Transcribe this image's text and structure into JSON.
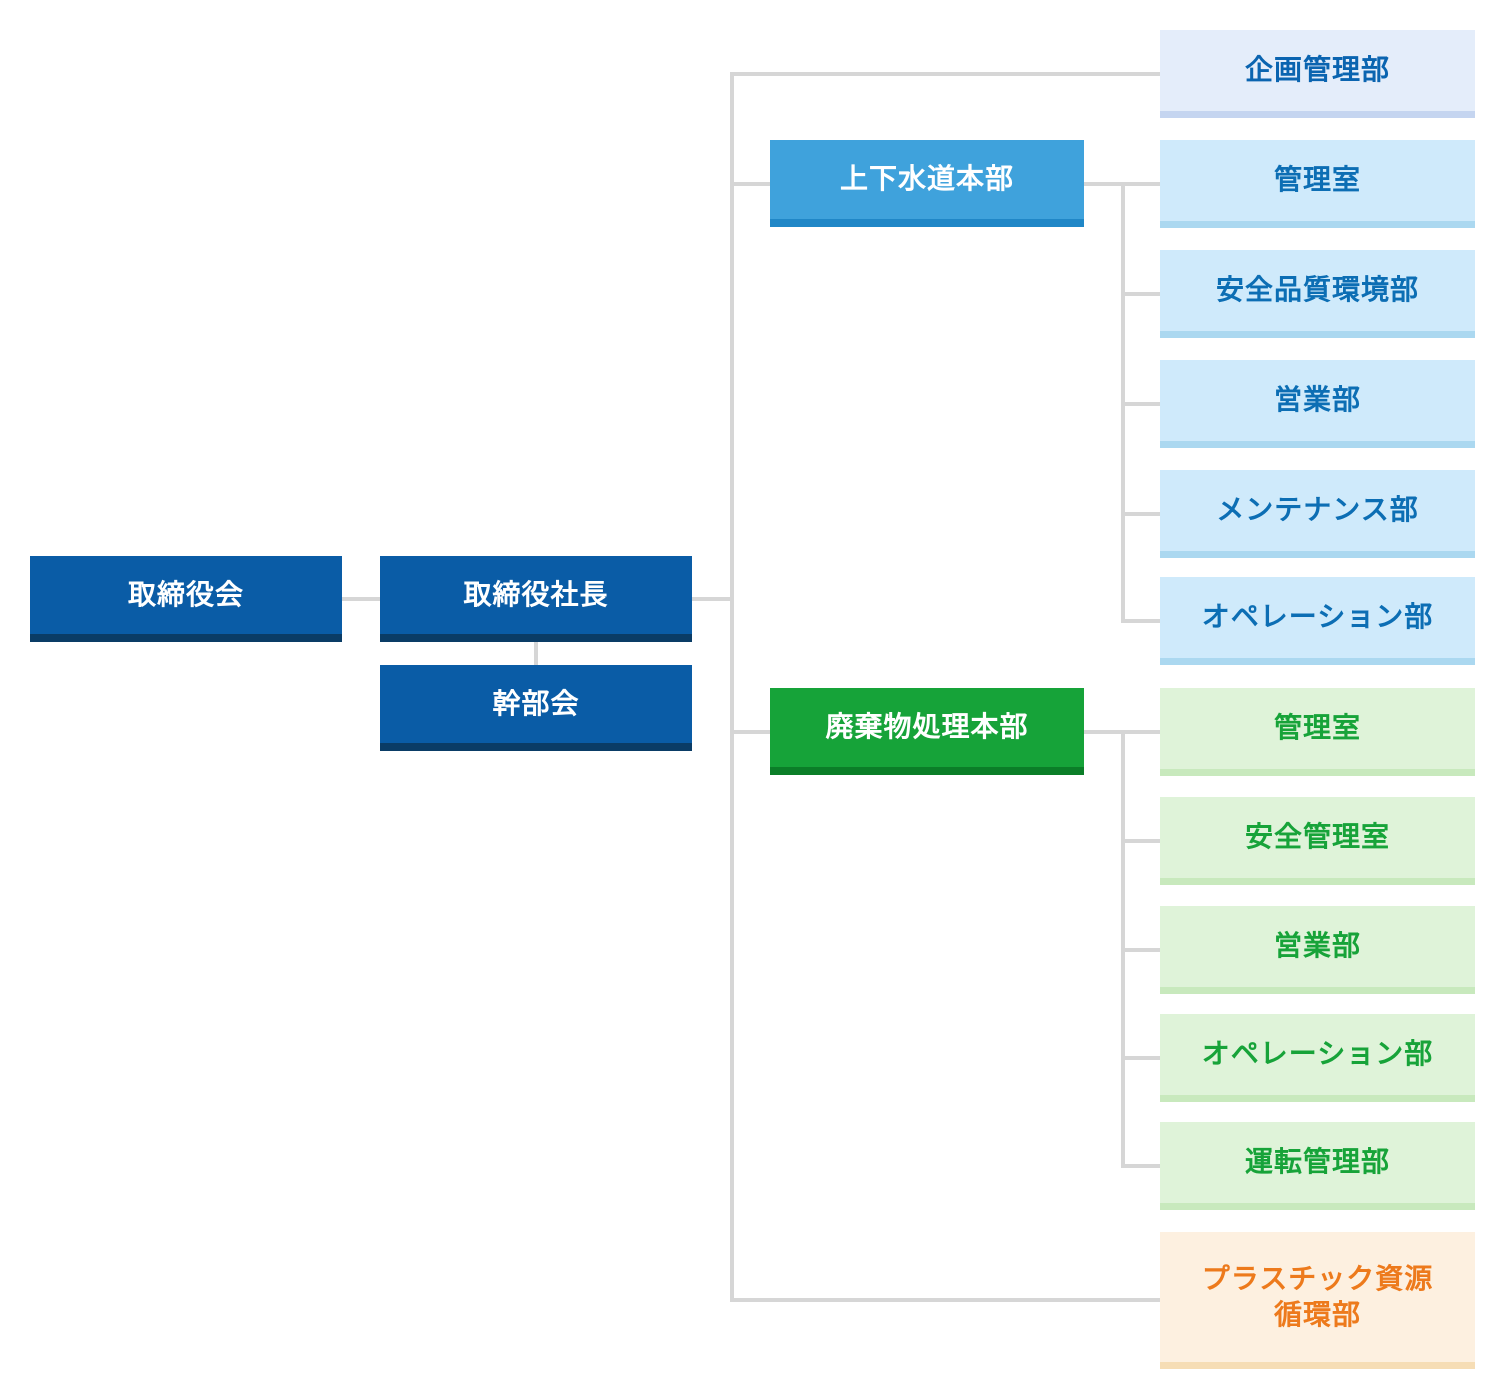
{
  "org_chart": {
    "board": "取締役会",
    "president": "取締役社長",
    "executive_committee": "幹部会",
    "divisions": [
      {
        "name": "上下水道本部",
        "theme_color": "#3fa2dc",
        "departments": [
          "管理室",
          "安全品質環境部",
          "営業部",
          "メンテナンス部",
          "オペレーション部"
        ]
      },
      {
        "name": "廃棄物処理本部",
        "theme_color": "#16a339",
        "departments": [
          "管理室",
          "安全管理室",
          "営業部",
          "オペレーション部",
          "運転管理部"
        ]
      }
    ],
    "direct_departments": [
      {
        "name": "企画管理部",
        "theme_color": "#e4edfa"
      },
      {
        "name": "プラスチック資源循環部",
        "lines": [
          "プラスチック資源",
          "循環部"
        ],
        "theme_color": "#fdf0e0"
      }
    ]
  },
  "colors": {
    "executive_box": "#0a5ca6",
    "executive_box_shadow": "#0a3c66",
    "water_division_box": "#3fa2dc",
    "water_division_shadow": "#2087c7",
    "waste_division_box": "#16a339",
    "waste_division_shadow": "#0b7e28",
    "planning_box": "#e4edfa",
    "water_department_box": "#cfeafb",
    "water_department_text": "#0c6eb4",
    "waste_department_box": "#dff3d9",
    "waste_department_text": "#17a339",
    "plastic_box": "#fdf0e0",
    "plastic_text": "#ed7a1c",
    "connector_line": "#d6d6d6",
    "box_text_light": "#ffffff"
  }
}
